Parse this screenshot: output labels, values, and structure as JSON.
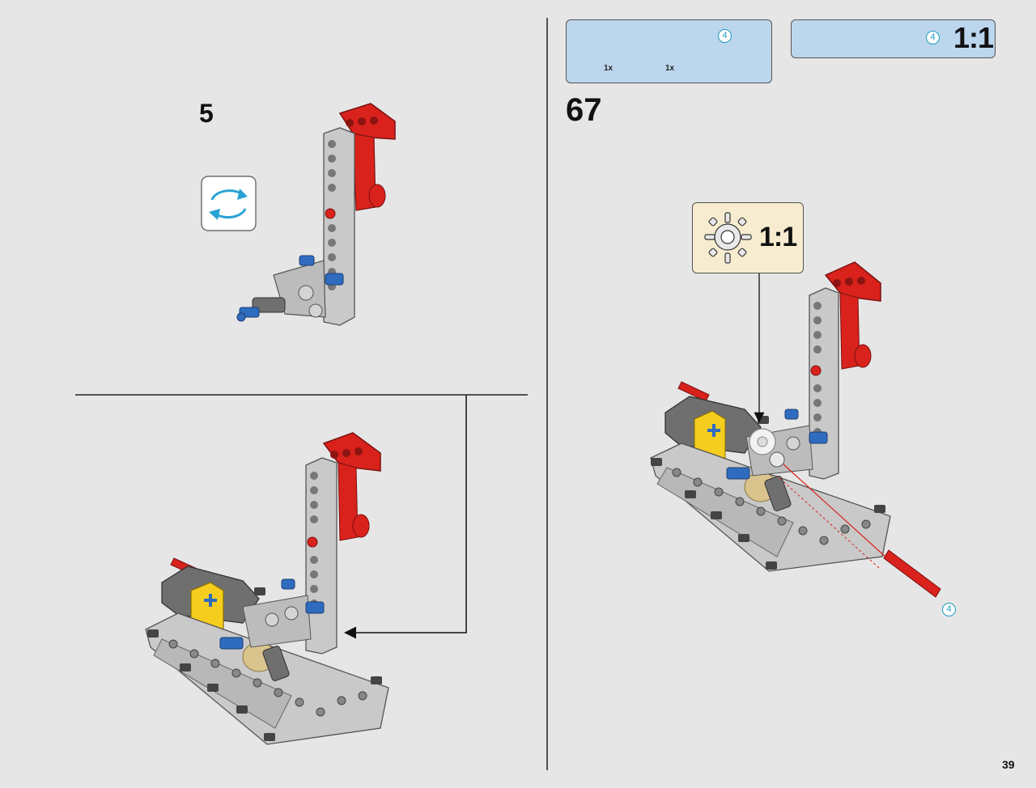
{
  "sub_steps": {
    "first": {
      "number": "5"
    }
  },
  "parts_callout": {
    "items": [
      {
        "name": "gear-icon",
        "quantity": "1x"
      },
      {
        "name": "axle-icon",
        "quantity": "1x",
        "length": "4"
      }
    ]
  },
  "scale_callout": {
    "length": "4",
    "scale": "1:1"
  },
  "step": {
    "number": "67",
    "gear_callout_scale": "1:1",
    "axle_length": "4"
  },
  "page_number": "39",
  "colors": {
    "page_background": "#e6e6e6",
    "callout_blue": "#bcd6ee",
    "callout_cream": "#f7eccf",
    "technic_red": "#d9221c",
    "technic_gray": "#c9c9c9",
    "dark_gray": "#6f6f6f",
    "technic_blue": "#2f6cc0",
    "technic_yellow": "#f5cd1f",
    "technic_tan": "#d9c48e",
    "rotate_arrow": "#29a3d3"
  }
}
